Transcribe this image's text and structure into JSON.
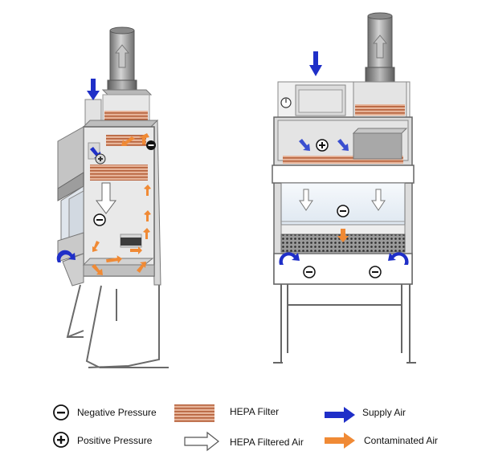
{
  "legend": {
    "negative_pressure": "Negative Pressure",
    "positive_pressure": "Positive Pressure",
    "hepa_filter": "HEPA Filter",
    "hepa_filtered_air": "HEPA Filtered Air",
    "supply_air": "Supply Air",
    "contaminated_air": "Contaminated Air"
  },
  "colors": {
    "supply_air": "#1f2fc8",
    "contaminated_air": "#f08a35",
    "hepa_filter": "#c9724a",
    "cabinet_gray": "#cfcfcf",
    "window_blue": "#e9f1f9"
  }
}
